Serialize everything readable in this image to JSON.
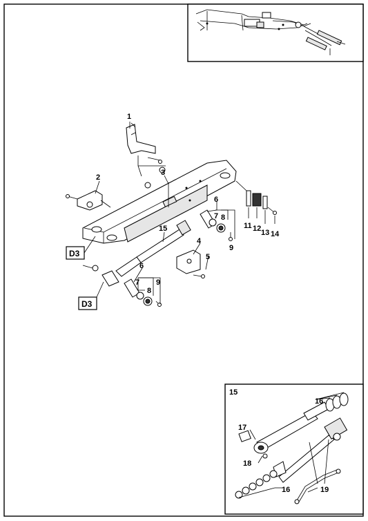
{
  "parts": {
    "p1": "1",
    "p2": "2",
    "p3": "3",
    "p4": "4",
    "p5": "5",
    "p6a": "6",
    "p6b": "6",
    "p7a": "7",
    "p7b": "7",
    "p8a": "8",
    "p8b": "8",
    "p9a": "9",
    "p9b": "9",
    "p11": "11",
    "p12": "12",
    "p13": "13",
    "p14": "14",
    "p15": "15"
  },
  "references": {
    "d3_top": "D3",
    "d3_bottom": "D3"
  },
  "detail": {
    "title": "15",
    "p16a": "16",
    "p16b": "16",
    "p17": "17",
    "p18": "18",
    "p19": "19"
  }
}
